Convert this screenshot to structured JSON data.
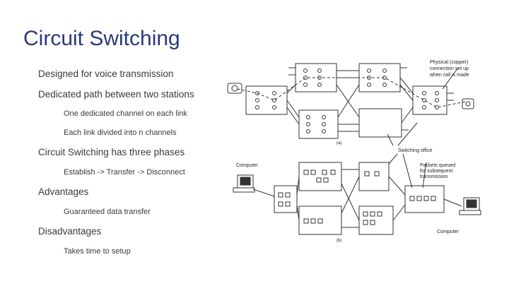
{
  "slide": {
    "title": "Circuit Switching",
    "bullets": [
      {
        "level": 1,
        "text": "Designed for voice transmission"
      },
      {
        "level": 1,
        "text": "Dedicated path between two stations"
      },
      {
        "level": 2,
        "text": "One dedicated channel on each link"
      },
      {
        "level": 2,
        "text": "Each link divided into n channels"
      },
      {
        "level": 1,
        "text": "Circuit Switching has three phases"
      },
      {
        "level": 2,
        "text": "Establish -> Transfer -> Disconnect"
      },
      {
        "level": 1,
        "text": "Advantages"
      },
      {
        "level": 2,
        "text": "Guaranteed data transfer"
      },
      {
        "level": 1,
        "text": "Disadvantages"
      },
      {
        "level": 2,
        "text": "Takes time to setup"
      }
    ]
  },
  "diagram": {
    "label_physical_1": "Physical (copper)",
    "label_physical_2": "connection set up",
    "label_physical_3": "when call is made",
    "label_a": "(a)",
    "label_switching_office": "Switching office",
    "label_computer_left": "Computer",
    "label_packets_1": "Packets queued",
    "label_packets_2": "for subsequent",
    "label_packets_3": "transmission",
    "label_b": "(b)",
    "label_computer_right": "Computer"
  }
}
